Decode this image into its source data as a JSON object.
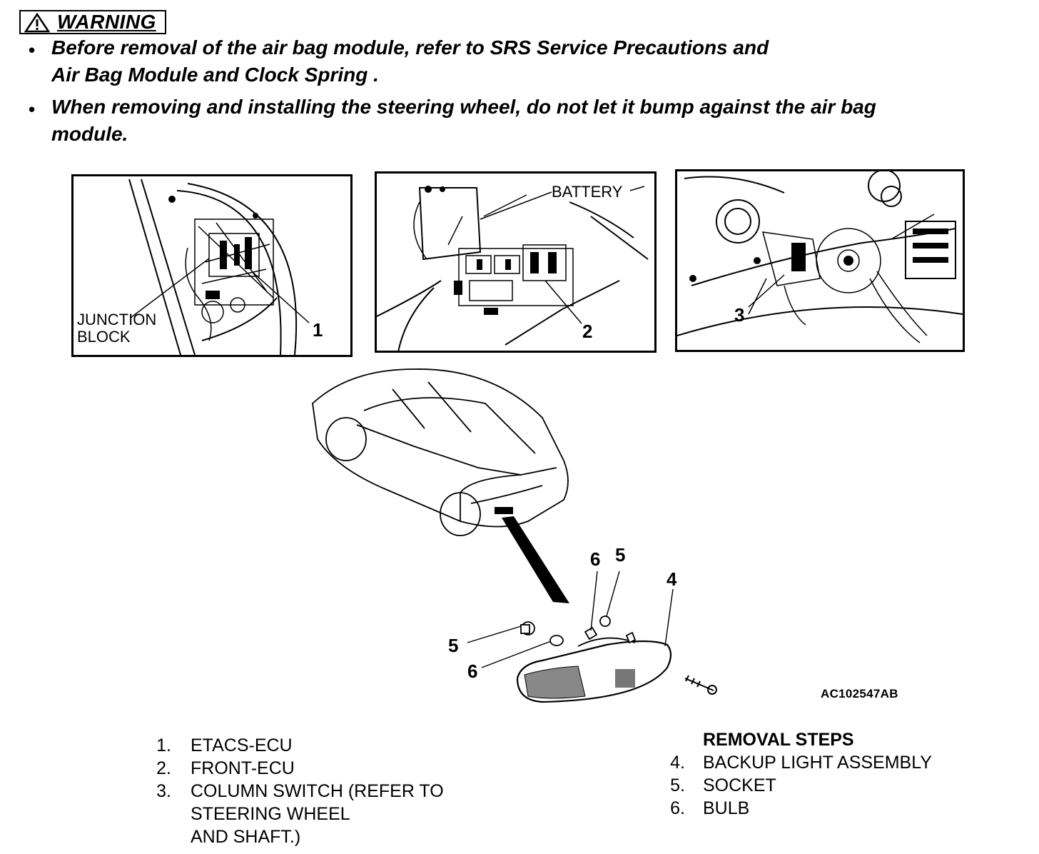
{
  "warning": {
    "title": "WARNING",
    "bullets": [
      {
        "line1": "Before removal of the air bag module, refer to SRS Service Precautions and",
        "line2": "Air Bag Module and Clock Spring ."
      },
      {
        "line1": "When removing and installing the steering wheel, do not let it bump against the air bag",
        "line2": "module."
      }
    ]
  },
  "figure": {
    "panel1": {
      "label_line1": "JUNCTION",
      "label_line2": "BLOCK",
      "callout": "1"
    },
    "panel2": {
      "label": "BATTERY",
      "callout": "2"
    },
    "panel3": {
      "callout": "3"
    },
    "main_callouts": {
      "c6_top": "6",
      "c5_top": "5",
      "c4": "4",
      "c5_left": "5",
      "c6_left": "6"
    },
    "code": "AC102547AB"
  },
  "parts_list": [
    {
      "n": "1.",
      "line1": "ETACS-ECU"
    },
    {
      "n": "2.",
      "line1": "FRONT-ECU"
    },
    {
      "n": "3.",
      "line1": "COLUMN SWITCH (REFER TO",
      "line2": "STEERING WHEEL",
      "line3": "AND SHAFT.)"
    }
  ],
  "removal_steps": {
    "heading": "REMOVAL STEPS",
    "items": [
      {
        "n": "4.",
        "text": "BACKUP LIGHT ASSEMBLY"
      },
      {
        "n": "5.",
        "text": "SOCKET"
      },
      {
        "n": "6.",
        "text": "BULB"
      }
    ]
  }
}
